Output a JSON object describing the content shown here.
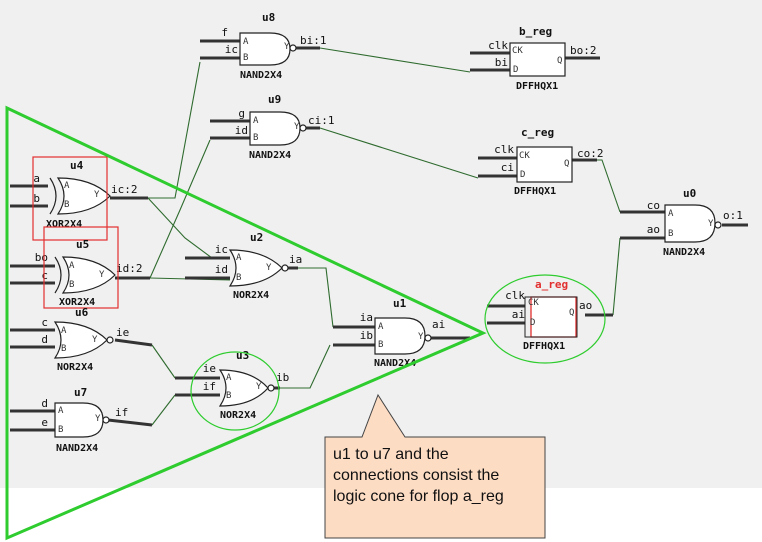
{
  "cells": {
    "u8": {
      "name": "u8",
      "type": "NAND2X4",
      "in_a": "f",
      "in_b": "ic",
      "out": "bi:1"
    },
    "u9": {
      "name": "u9",
      "type": "NAND2X4",
      "in_a": "g",
      "in_b": "id",
      "out": "ci:1"
    },
    "u4": {
      "name": "u4",
      "type": "XOR2X4",
      "in_a": "a",
      "in_b": "b",
      "out": "ic:2"
    },
    "u5": {
      "name": "u5",
      "type": "XOR2X4",
      "in_a": "bo",
      "in_b": "c",
      "out": "id:2"
    },
    "u6": {
      "name": "u6",
      "type": "NOR2X4",
      "in_a": "c",
      "in_b": "d",
      "out": "ie"
    },
    "u7": {
      "name": "u7",
      "type": "NAND2X4",
      "in_a": "d",
      "in_b": "e",
      "out": "if"
    },
    "u2": {
      "name": "u2",
      "type": "NOR2X4",
      "in_a": "ic",
      "in_b": "id",
      "out": "ia"
    },
    "u3": {
      "name": "u3",
      "type": "NOR2X4",
      "in_a": "ie",
      "in_b": "if",
      "out": "ib"
    },
    "u1": {
      "name": "u1",
      "type": "NAND2X4",
      "in_a": "ia",
      "in_b": "ib",
      "out": "ai"
    },
    "u0": {
      "name": "u0",
      "type": "NAND2X4",
      "in_a": "co",
      "in_b": "ao",
      "out": "o:1"
    },
    "b_reg": {
      "name": "b_reg",
      "type": "DFFHQX1",
      "clk": "clk",
      "d": "bi",
      "out": "bo:2"
    },
    "c_reg": {
      "name": "c_reg",
      "type": "DFFHQX1",
      "clk": "clk",
      "d": "ci",
      "out": "co:2"
    },
    "a_reg": {
      "name": "a_reg",
      "type": "DFFHQX1",
      "clk": "clk",
      "d": "ai",
      "out": "ao"
    }
  },
  "pins": {
    "a": "A",
    "b": "B",
    "x": "Y",
    "q": "Q",
    "ck": "CK",
    "d": "D"
  },
  "callout": {
    "text": "u1 to u7 and the connections consist the logic cone for flop a_reg"
  },
  "colors": {
    "cone": "#2ecc2e",
    "highlight": "#e23030",
    "callout_bg": "#fddcc4",
    "wire": "#2f6b2f"
  }
}
